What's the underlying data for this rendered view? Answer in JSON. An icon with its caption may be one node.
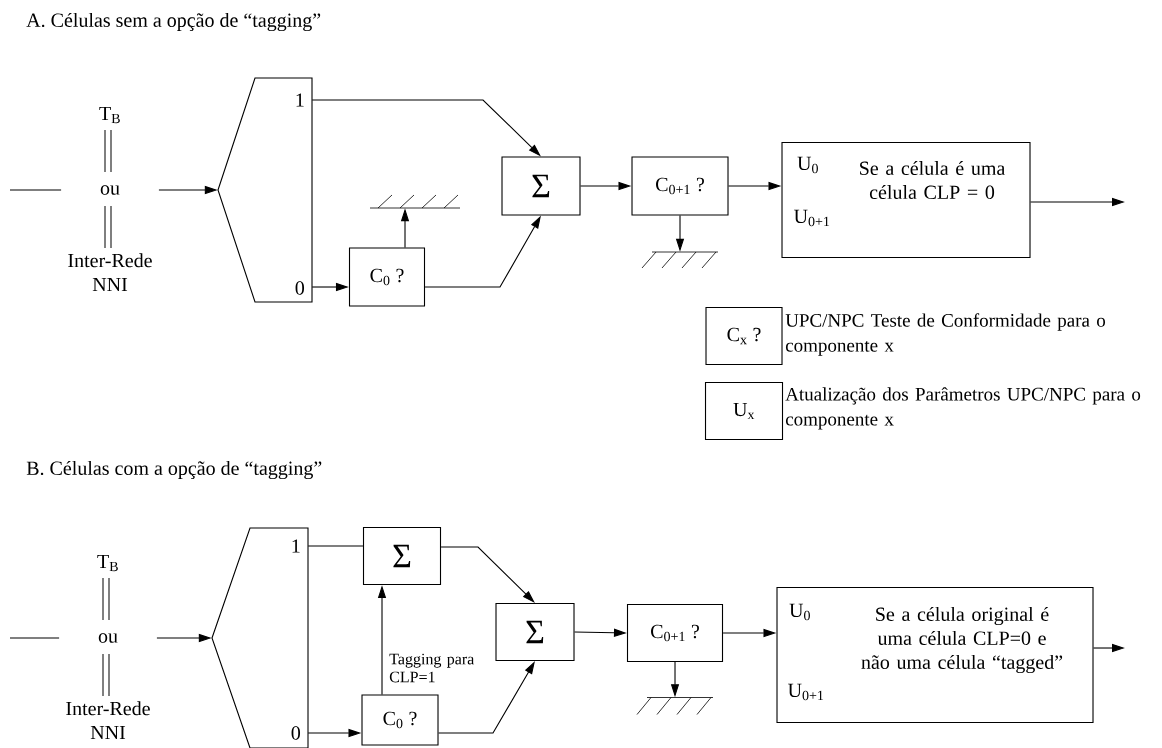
{
  "diagram": {
    "nodes": [
      {
        "text": [
          "T$_{B}$",
          "ou",
          "Inter-Rede NNI"
        ]
      },
      {
        "text": [
          "1",
          "0"
        ]
      },
      {
        "text": [
          "C$_{0}$ ?"
        ]
      },
      {
        "text": [],
        "shape": "ground"
      },
      {
        "text": [
          "Σ"
        ]
      },
      {
        "text": [
          "C$_{0+1}$ ?"
        ]
      },
      {
        "text": [],
        "shape": "ground"
      },
      {
        "text": [
          "U$_{0}$",
          "Se a célula é uma célula CLP = 0",
          "U$_{0+1}$"
        ]
      },
      {
        "text": [
          "C$_{x}$ ?"
        ],
        "beside": [
          "UPC/NPC Teste de Conformidade para o componente x"
        ]
      },
      {
        "text": [
          "U$_{x}$"
        ],
        "beside": [
          "Atualização dos Parâmetros UPC/NPC para o componente x"
        ]
      },
      {
        "text": [
          "T$_{B}$",
          "ou",
          "Inter-Rede NNI"
        ]
      },
      {
        "text": [
          "1",
          "0"
        ]
      },
      {
        "text": [
          "Σ"
        ]
      },
      {
        "text": [
          "C$_{0}$ ?"
        ]
      },
      {
        "text": [
          "Σ"
        ]
      },
      {
        "text": [
          "C$_{0+1}$ ?"
        ]
      },
      {
        "text": [],
        "shape": "ground"
      },
      {
        "text": [
          "U$_{0}$",
          "Se a célula original é uma célula CLP=0 e não uma célula “tagged”",
          "U$_{0+1}$"
        ]
      }
    ],
    "edges": [
      {
        "from": null,
        "to": 0,
        "arrow": "none"
      },
      {
        "from": 0,
        "to": 1,
        "arrow": "to"
      },
      {
        "from": 1,
        "to": 4,
        "arrow": "to"
      },
      {
        "from": 1,
        "to": 2,
        "arrow": "to"
      },
      {
        "from": 2,
        "to": 3,
        "arrow": "to"
      },
      {
        "from": 2,
        "to": 4,
        "arrow": "to"
      },
      {
        "from": 4,
        "to": 5,
        "arrow": "to"
      },
      {
        "from": 5,
        "to": 6,
        "arrow": "to"
      },
      {
        "from": 5,
        "to": 7,
        "arrow": "to"
      },
      {
        "from": 7,
        "to": null,
        "arrow": "to"
      },
      {
        "from": null,
        "to": 10,
        "arrow": "none"
      },
      {
        "from": 10,
        "to": 11,
        "arrow": "to"
      },
      {
        "from": 11,
        "to": 12,
        "arrow": "none"
      },
      {
        "from": 11,
        "to": 13,
        "arrow": "to"
      },
      {
        "from": 13,
        "to": 12,
        "arrow": "to",
        "label": "Tagging para CLP=1"
      },
      {
        "from": 12,
        "to": 14,
        "arrow": "to"
      },
      {
        "from": 13,
        "to": 14,
        "arrow": "to"
      },
      {
        "from": 14,
        "to": 15,
        "arrow": "to"
      },
      {
        "from": 15,
        "to": 16,
        "arrow": "to"
      },
      {
        "from": 15,
        "to": 17,
        "arrow": "to"
      },
      {
        "from": 17,
        "to": null,
        "arrow": "to"
      }
    ],
    "labels": [
      "A. Células sem a opção de “tagging”",
      "B. Células com a opção de “tagging”"
    ]
  }
}
